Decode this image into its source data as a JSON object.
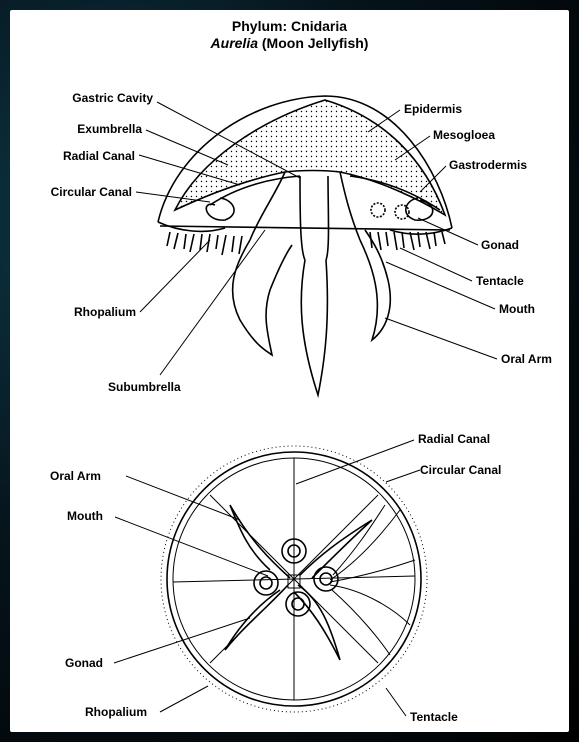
{
  "title": {
    "line1": "Phylum: Cnidaria",
    "line2_italic": "Aurelia",
    "line2_rest": " (Moon Jellyfish)"
  },
  "side_view": {
    "labels_left": [
      "Gastric Cavity",
      "Exumbrella",
      "Radial Canal",
      "Circular Canal",
      "Rhopalium",
      "Subumbrella"
    ],
    "labels_right": [
      "Epidermis",
      "Mesogloea",
      "Gastrodermis",
      "Gonad",
      "Tentacle",
      "Mouth",
      "Oral Arm"
    ]
  },
  "top_view": {
    "labels_left": [
      "Oral Arm",
      "Mouth",
      "Gonad",
      "Rhopalium"
    ],
    "labels_right": [
      "Radial Canal",
      "Circular Canal",
      "Tentacle"
    ]
  },
  "colors": {
    "background": "#06141c",
    "panel": "#ffffff",
    "ink": "#000000"
  }
}
